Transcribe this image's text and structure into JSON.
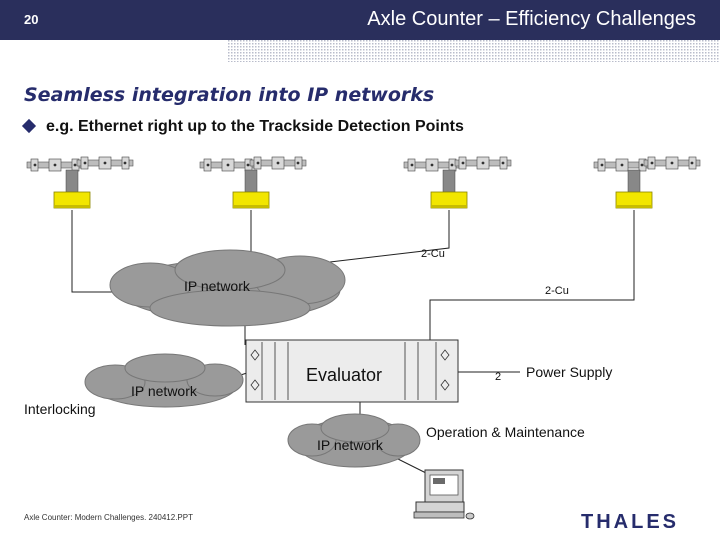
{
  "slide": {
    "page_number": "20",
    "title": "Axle Counter – Efficiency Challenges",
    "subtitle": "Seamless integration into IP networks",
    "bullet": "e.g. Ethernet right up to the Trackside Detection Points",
    "footer": "Axle Counter: Modern Challenges. 240412.PPT",
    "logo": "THALES"
  },
  "diagram": {
    "cloud_top_label": "IP network",
    "cloud_left_label": "IP network",
    "cloud_bottom_label": "IP network",
    "link_label_1": "2-Cu",
    "link_label_2": "2-Cu",
    "link_label_3": "2",
    "evaluator_label": "Evaluator",
    "power_supply_label": "Power Supply",
    "interlocking_label": "Interlocking",
    "om_label": "Operation & Maintenance"
  },
  "colors": {
    "header": "#2a2f5c",
    "accent": "#262c6c",
    "sensor_yellow": "#f2e600",
    "cloud": "#9a9a9a"
  }
}
